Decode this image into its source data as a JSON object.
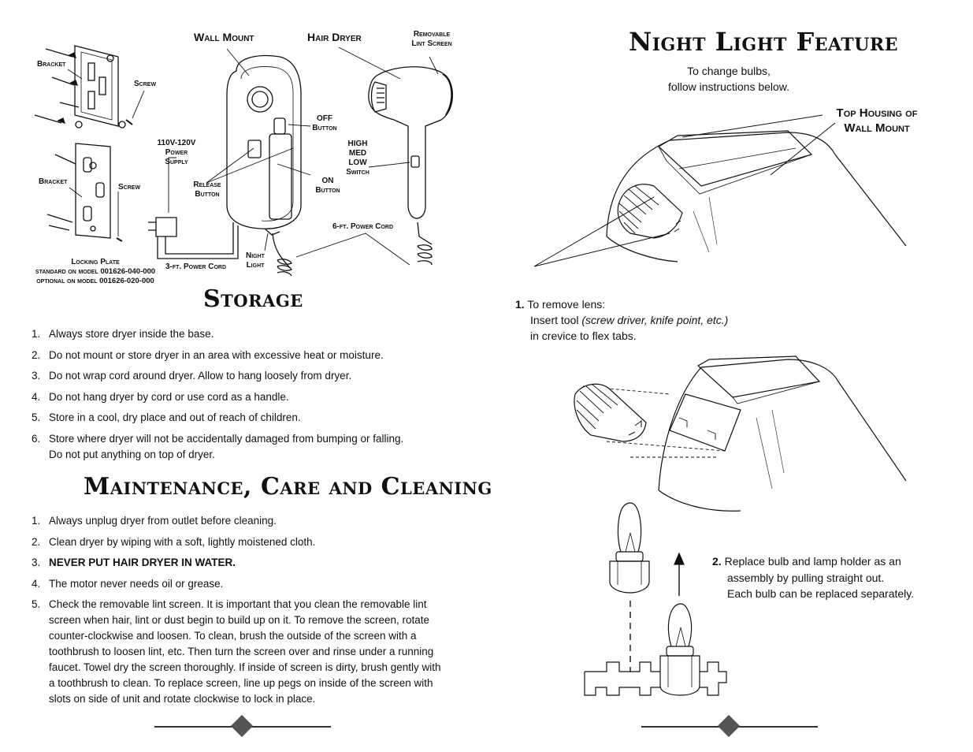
{
  "labels": {
    "bracket1": "Bracket",
    "screw1": "Screw",
    "wall_mount": "Wall Mount",
    "hair_dryer": "Hair Dryer",
    "removable_lint_screen_1": "Removable",
    "removable_lint_screen_2": "Lint Screen",
    "off_button_1": "OFF",
    "off_button_2": "Button",
    "on_button_1": "ON",
    "on_button_2": "Button",
    "high": "HIGH",
    "med": "MED",
    "low": "LOW",
    "switch": "Switch",
    "power_supply_1": "110V-120V",
    "power_supply_2": "Power",
    "power_supply_3": "Supply",
    "release_button_1": "Release",
    "release_button_2": "Button",
    "bracket2": "Bracket",
    "screw2": "Screw",
    "six_ft_cord": "6-ft. Power Cord",
    "locking_plate": "Locking Plate",
    "standard_model": "standard on model 001626-040-000",
    "optional_model": "optional on model 001626-020-000",
    "three_ft_cord": "3-ft. Power Cord",
    "night_light_1": "Night",
    "night_light_2": "Light"
  },
  "storage": {
    "title": "Storage",
    "items": [
      {
        "num": "1.",
        "text": "Always store dryer inside the base."
      },
      {
        "num": "2.",
        "text": "Do not mount or store dryer in an area with excessive heat or moisture."
      },
      {
        "num": "3.",
        "text": "Do not wrap cord around dryer. Allow to hang loosely from dryer."
      },
      {
        "num": "4.",
        "text": "Do not hang dryer by cord or use cord as a handle."
      },
      {
        "num": "5.",
        "text": "Store in a cool, dry place and out of reach of children."
      },
      {
        "num": "6.",
        "text": "Store where dryer will not be accidentally damaged from bumping or falling. Do not put anything on top of dryer."
      }
    ]
  },
  "maintenance": {
    "title": "Maintenance, Care and Cleaning",
    "items": [
      {
        "num": "1.",
        "text": "Always unplug dryer from outlet before cleaning."
      },
      {
        "num": "2.",
        "text": "Clean dryer by wiping with a soft, lightly moistened cloth."
      },
      {
        "num": "3.",
        "text": "NEVER PUT HAIR DRYER IN WATER."
      },
      {
        "num": "4.",
        "text": "The motor never needs oil or grease."
      },
      {
        "num": "5.",
        "text": "Check the removable lint screen. It is important that you clean the removable lint screen when hair, lint or dust begin to build up on it. To remove the screen, rotate counter-clockwise and loosen. To clean, brush the outside of the screen with a toothbrush to loosen lint, etc. Then turn the screen over and rinse under a running faucet. Towel dry the screen thoroughly. If inside of screen is dirty, brush gently with a toothbrush to clean. To replace screen, line up pegs on inside of the screen with slots on side of unit and rotate clockwise to lock in place."
      }
    ]
  },
  "night_light": {
    "title": "Night Light Feature",
    "intro_1": "To change bulbs,",
    "intro_2": "follow instructions below.",
    "top_housing_1": "Top Housing of",
    "top_housing_2": "Wall Mount",
    "step1_num": "1.",
    "step1_line1": "To remove lens:",
    "step1_line2a": "Insert tool ",
    "step1_line2b": "(screw driver, knife point, etc.)",
    "step1_line3": "in crevice to flex tabs.",
    "step2_num": "2.",
    "step2_line1": "Replace bulb and lamp holder as an",
    "step2_line2": "assembly by pulling straight out.",
    "step2_line3": "Each bulb can be replaced separately."
  }
}
